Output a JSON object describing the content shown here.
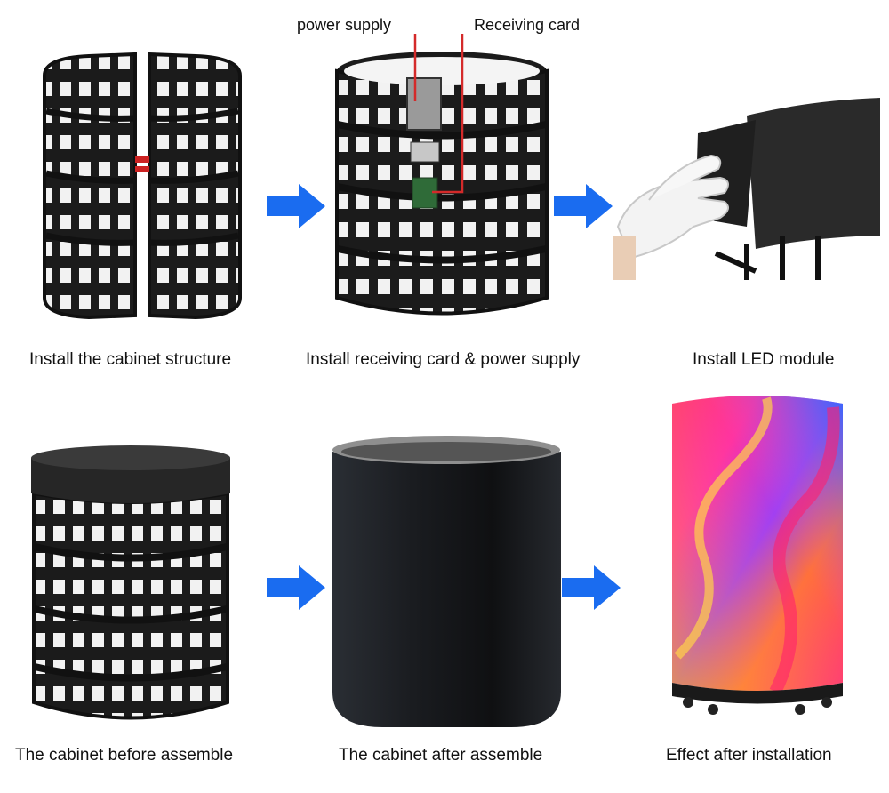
{
  "callouts": {
    "power_supply": "power supply",
    "receiving_card": "Receiving card"
  },
  "steps": [
    {
      "caption": "Install the cabinet structure"
    },
    {
      "caption": "Install receiving card & power supply"
    },
    {
      "caption": "Install LED module"
    },
    {
      "caption": "The cabinet before assemble"
    },
    {
      "caption": "The cabinet after assemble"
    },
    {
      "caption": "Effect after installation"
    }
  ],
  "colors": {
    "arrow": "#1a6cf0",
    "callout_line": "#d42a2a",
    "frame": "#1b1b1b"
  },
  "icons": [
    "right-arrow-icon"
  ]
}
